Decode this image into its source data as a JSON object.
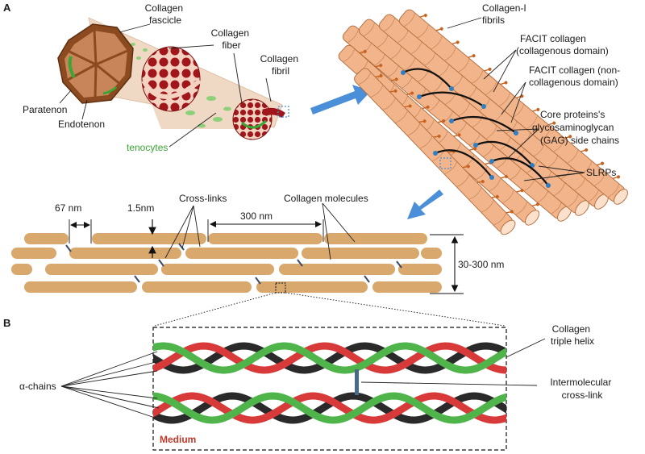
{
  "panel_a": {
    "letter": "A",
    "labels": {
      "collagen_fascicle": [
        "Collagen",
        "fascicle"
      ],
      "collagen_fiber": [
        "Collagen",
        "fiber"
      ],
      "collagen_fibril": [
        "Collagen",
        "fibril"
      ],
      "paratenon": "Paratenon",
      "endotenon": "Endotenon",
      "tenocytes": "tenocytes",
      "collagen_i_fibrils": [
        "Collagen-I",
        "fibrils"
      ],
      "facit_collagenous": [
        "FACIT collagen",
        "(collagenous domain)"
      ],
      "facit_noncollagenous": [
        "FACIT collagen (non-",
        "collagenous domain)"
      ],
      "core_proteins": [
        "Core proteins's",
        "glycosaminoglycan",
        "(GAG) side chains"
      ],
      "slrps": "SLRPs",
      "dim_67": "67 nm",
      "dim_1_5": "1.5nm",
      "cross_links": "Cross-links",
      "collagen_molecules": "Collagen molecules",
      "dim_300": "300 nm",
      "dim_30_300": "30-300 nm"
    }
  },
  "panel_b": {
    "letter": "B",
    "labels": {
      "alpha_chains": "α-chains",
      "triple_helix": [
        "Collagen",
        "triple helix"
      ],
      "intermolecular": [
        "Intermolecular",
        "cross-link"
      ],
      "medium": "Medium"
    }
  },
  "colors": {
    "fascicle_brown": "#8b4a1f",
    "tissue_tan": "#d9a47a",
    "fibril_red": "#a0161a",
    "fibril_orange": "#f2b48a",
    "molecule_tan": "#d8a86d",
    "arrow_blue": "#4a8fd8",
    "helix_green": "#4fb54a",
    "helix_red": "#d83a3a",
    "helix_black": "#2a2a2a",
    "tenocyte_green": "#3aa635",
    "medium_red": "#c0392b"
  }
}
